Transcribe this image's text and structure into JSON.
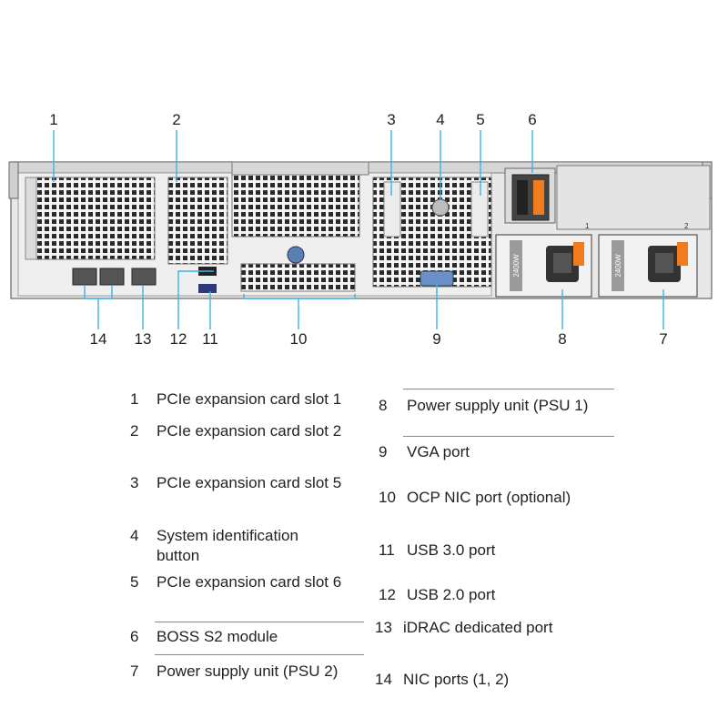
{
  "callouts": [
    "1",
    "2",
    "3",
    "4",
    "5",
    "6",
    "7",
    "8",
    "9",
    "10",
    "11",
    "12",
    "13",
    "14"
  ],
  "legend": {
    "left": [
      {
        "num": "1",
        "text": "PCIe expansion card slot 1"
      },
      {
        "num": "2",
        "text": "PCIe expansion card slot 2"
      },
      {
        "num": "3",
        "text": "PCIe expansion card slot 5"
      },
      {
        "num": "4",
        "text": "System identification button"
      },
      {
        "num": "5",
        "text": "PCIe expansion card slot 6"
      },
      {
        "num": "6",
        "text": "BOSS S2 module"
      },
      {
        "num": "7",
        "text": "Power supply unit (PSU 2)"
      }
    ],
    "right": [
      {
        "num": "8",
        "text": "Power supply unit (PSU 1)"
      },
      {
        "num": "9",
        "text": "VGA port"
      },
      {
        "num": "10",
        "text": "OCP NIC port (optional)"
      },
      {
        "num": "11",
        "text": "USB 3.0 port"
      },
      {
        "num": "12",
        "text": "USB 2.0 port"
      },
      {
        "num": "13",
        "text": "iDRAC dedicated port"
      },
      {
        "num": "14",
        "text": "NIC ports (1, 2)"
      }
    ]
  },
  "psu_labels": {
    "psu1_tag": "1",
    "psu2_tag": "2",
    "psu1_rating": "2400W",
    "psu2_rating": "2400W"
  },
  "colors": {
    "chassis": "#e6e6e6",
    "outline": "#666666",
    "callout_line": "#3ab4e6",
    "psu_latch": "#f07c1e"
  }
}
